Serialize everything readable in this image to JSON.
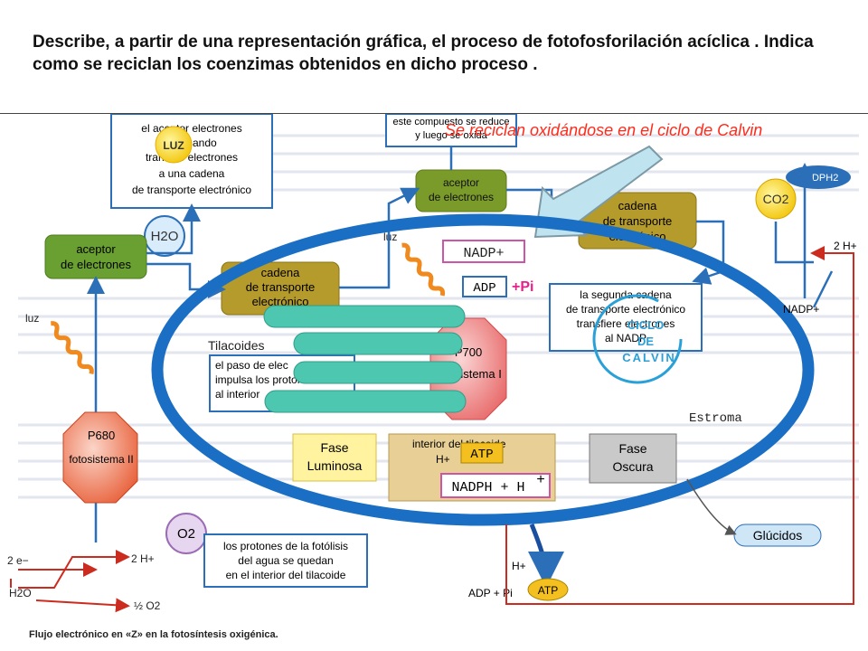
{
  "question": "Describe, a partir de una representación gráfica, el proceso de fotofosforilación acíclica . Indica como se reciclan los coenzimas obtenidos en dicho proceso .",
  "answer": "Se reciclan oxidándose en el ciclo de Calvin",
  "caption": "Flujo electrónico en «Z» en la fotosíntesis oxigénica.",
  "labels": {
    "box_top_left": [
      "el aceptor electrones",
      "se        cuando",
      "transfier       electrones",
      "a una cadena",
      "de transporte electrónico"
    ],
    "luz_badge": "LUZ",
    "box_top_center": [
      "este compuesto se reduce",
      "y luego se oxida"
    ],
    "aceptor_left": [
      "aceptor",
      "de electrones"
    ],
    "aceptor_center": [
      "aceptor",
      "de electrones"
    ],
    "cadena_left": [
      "cadena",
      "de transporte",
      "electrónico"
    ],
    "cadena_right": [
      "cadena",
      "de transporte",
      "electrónico"
    ],
    "h2o": "H2O",
    "co2": "CO2",
    "nadph2": "NADPH2",
    "luz": "luz",
    "nadp_plus": "NADP+",
    "adp": "ADP",
    "pi": "+Pi",
    "tilacoides": "Tilacoides",
    "p700": "P700",
    "fotosistema1": "fotosistema I",
    "p680": "P680",
    "fotosistema2": "fotosistema II",
    "box_mid_left": [
      "el paso de elec",
      "impulsa los protones",
      "al interior"
    ],
    "box_right": [
      "la segunda cadena",
      "de transporte electrónico",
      "transfiere electrones",
      "al NADP"
    ],
    "ciclo": [
      "CICLO",
      "DE",
      "CALVIN"
    ],
    "estroma": "Estroma",
    "fase_luminosa": [
      "Fase",
      "Luminosa"
    ],
    "fase_oscura": [
      "Fase",
      "Oscura"
    ],
    "interior_tilacoide": "interior del tilacoide",
    "atp": "ATP",
    "h_plus": "H+",
    "nadph_h": "NADPH + H",
    "plus": "+",
    "o2": "O2",
    "box_bottom": [
      "los protones de la fotólisis",
      "del agua se quedan",
      "en el interior del tilacoide"
    ],
    "glucidos": "Glúcidos",
    "two_e": "2 e−",
    "two_h_left": "2 H+",
    "two_h_right": "2 H+",
    "h2o_bottom": "H2O",
    "half_o2": "½ O2",
    "nadp_right": "NADP+",
    "h_bottom": "H+",
    "adp_pi_bottom": "ADP + Pi",
    "atp_bottom": "ATP"
  },
  "colors": {
    "ellipse": "#1a6fc4",
    "thylakoid": "#4ec7b0",
    "olive": "#8a8a2a",
    "green": "#6aa031",
    "flow": "#2a6fb8",
    "red_flow": "#cc2b1f",
    "answer": "#ff2a1a"
  }
}
